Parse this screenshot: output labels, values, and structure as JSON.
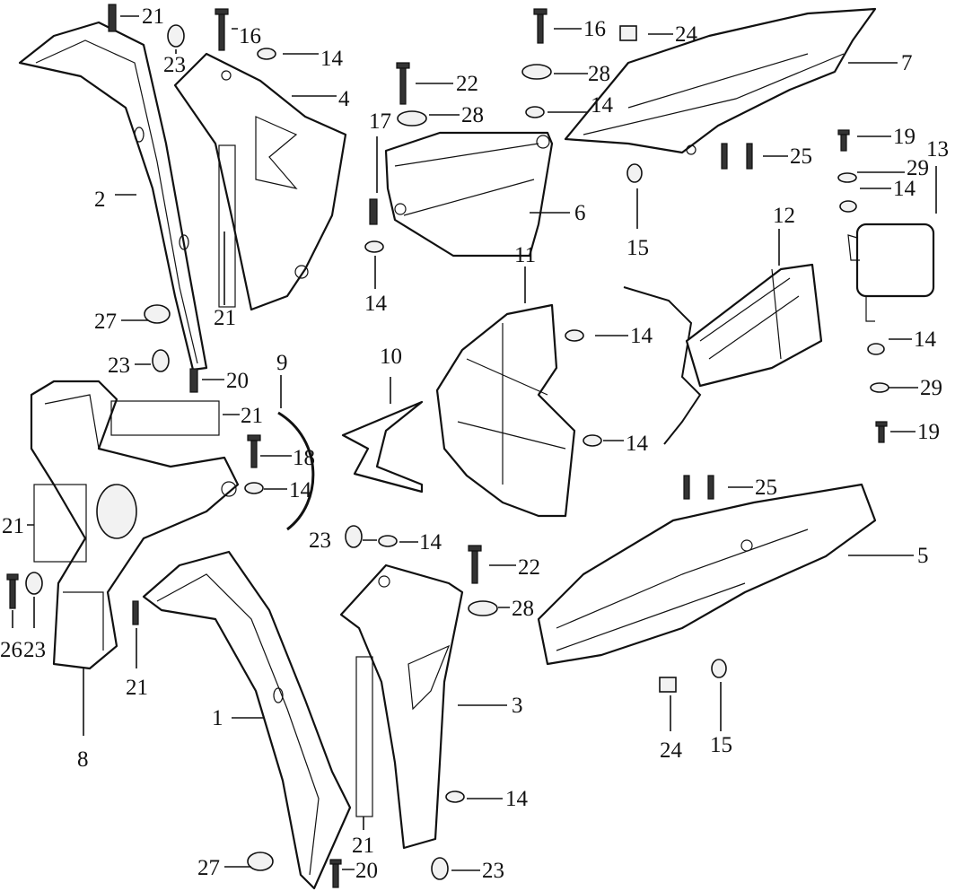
{
  "diagram": {
    "type": "exploded parts diagram",
    "callouts": [
      "21",
      "23",
      "16",
      "14",
      "4",
      "2",
      "27",
      "23",
      "20",
      "21",
      "21",
      "9",
      "18",
      "14",
      "21",
      "26",
      "23",
      "8",
      "21",
      "1",
      "27",
      "20",
      "21",
      "23",
      "14",
      "3",
      "28",
      "22",
      "23",
      "14",
      "10",
      "11",
      "14",
      "14",
      "17",
      "14",
      "22",
      "28",
      "6",
      "16",
      "28",
      "14",
      "24",
      "7",
      "15",
      "25",
      "19",
      "29",
      "14",
      "13",
      "12",
      "14",
      "29",
      "19",
      "25",
      "5",
      "24",
      "15"
    ]
  }
}
